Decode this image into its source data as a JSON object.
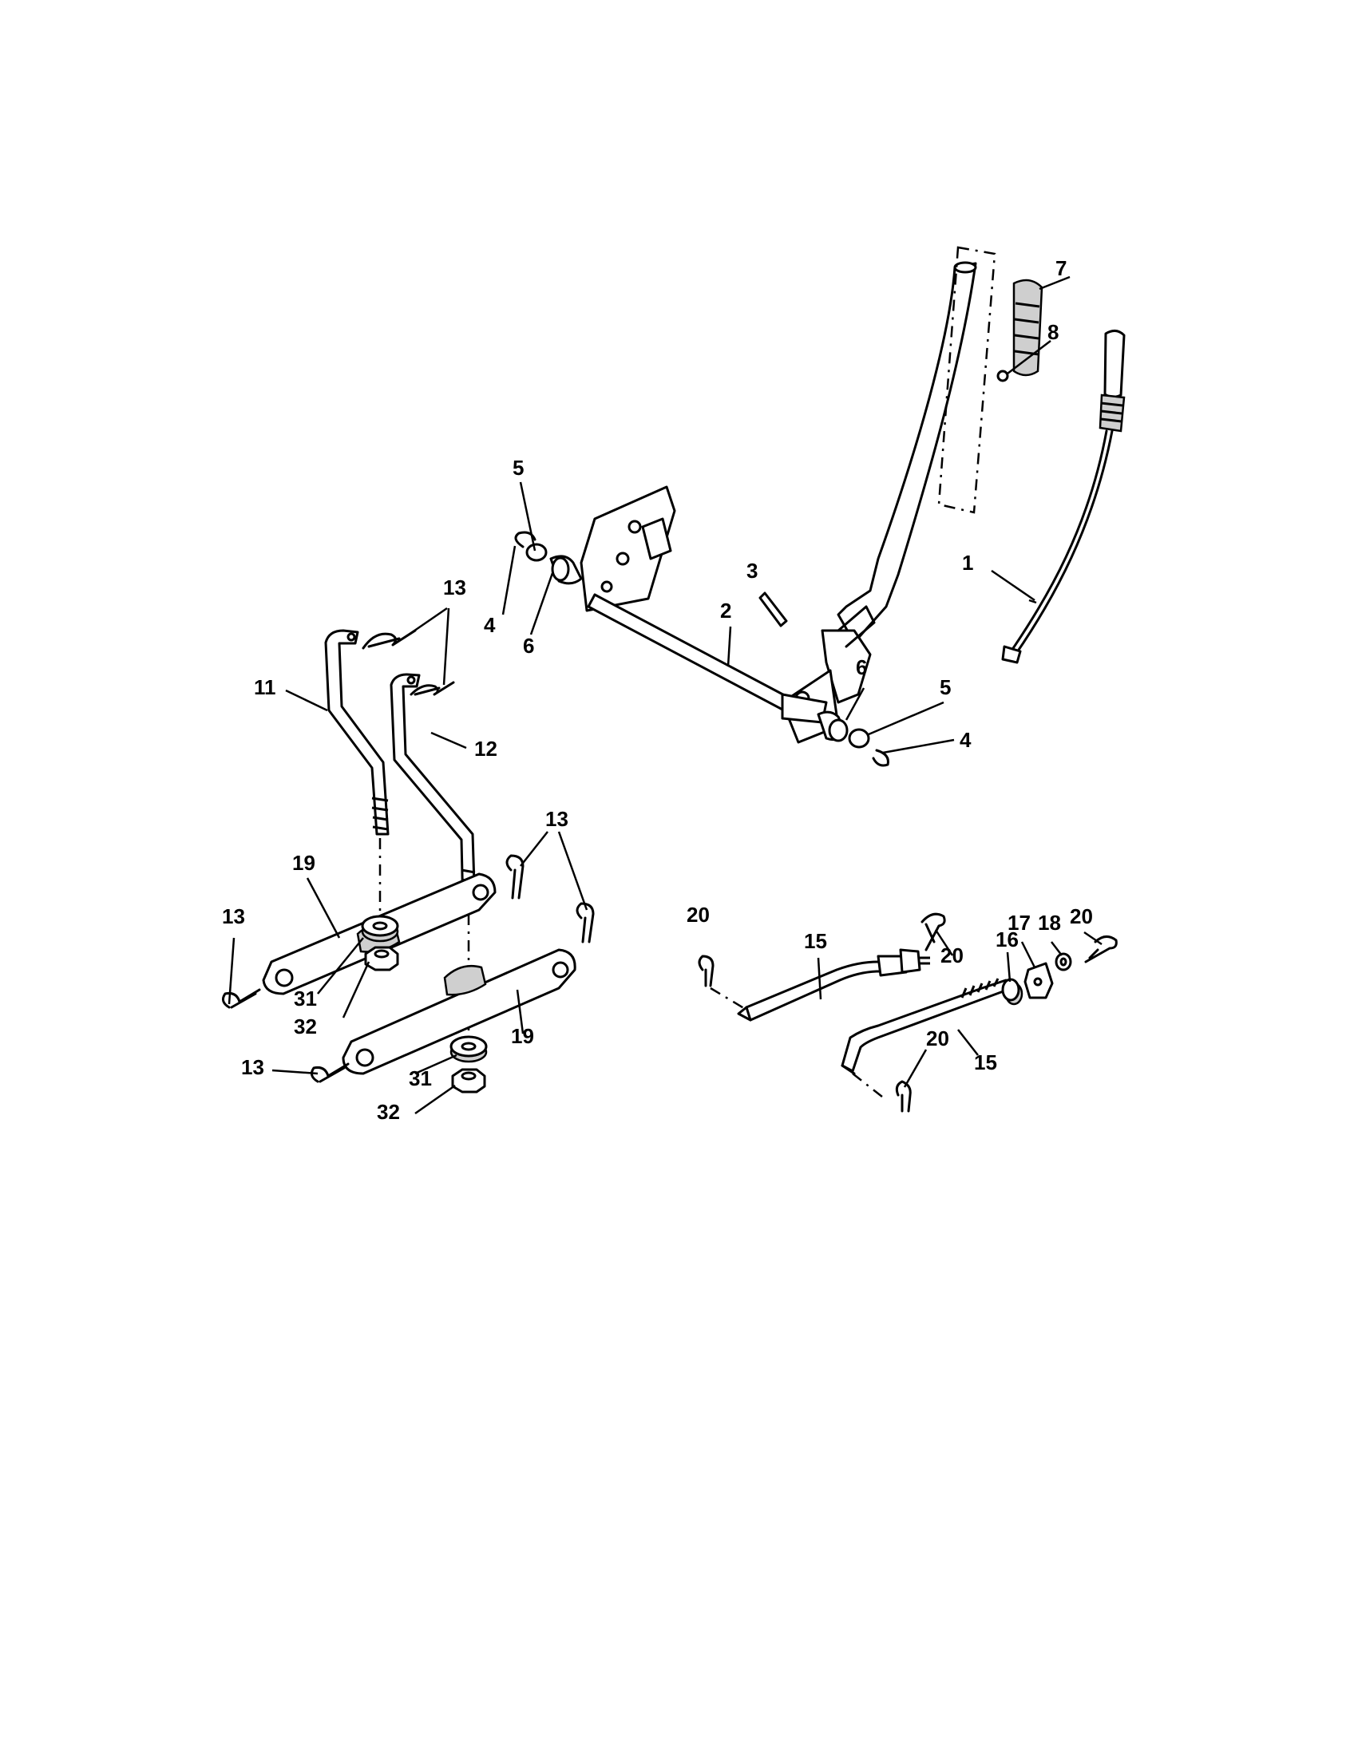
{
  "callouts": {
    "c1": "1",
    "c2": "2",
    "c3": "3",
    "c4a": "4",
    "c4b": "4",
    "c5a": "5",
    "c5b": "5",
    "c6a": "6",
    "c6b": "6",
    "c7": "7",
    "c8": "8",
    "c11": "11",
    "c12": "12",
    "c13a": "13",
    "c13b": "13",
    "c13c": "13",
    "c13d": "13",
    "c15a": "15",
    "c15b": "15",
    "c16": "16",
    "c17": "17",
    "c18": "18",
    "c19a": "19",
    "c19b": "19",
    "c20a": "20",
    "c20b": "20",
    "c20c": "20",
    "c20d": "20",
    "c31a": "31",
    "c31b": "31",
    "c32a": "32",
    "c32b": "32"
  }
}
